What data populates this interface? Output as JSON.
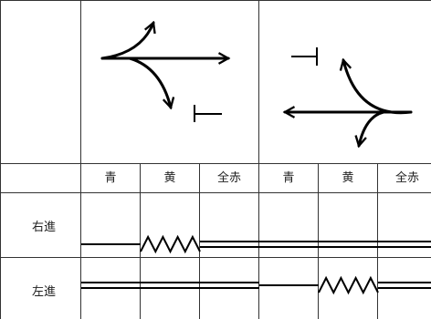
{
  "table": {
    "headers": [
      "青",
      "黄",
      "全赤",
      "青",
      "黄",
      "全赤"
    ],
    "rows": [
      {
        "label": "右進",
        "phases": [
          "single",
          "zigzag",
          "double",
          "double",
          "double",
          "double"
        ]
      },
      {
        "label": "左進",
        "phases": [
          "double",
          "double",
          "double",
          "single",
          "zigzag",
          "double"
        ]
      }
    ]
  },
  "colors": {
    "line": "#000000",
    "grid": "#333333"
  }
}
